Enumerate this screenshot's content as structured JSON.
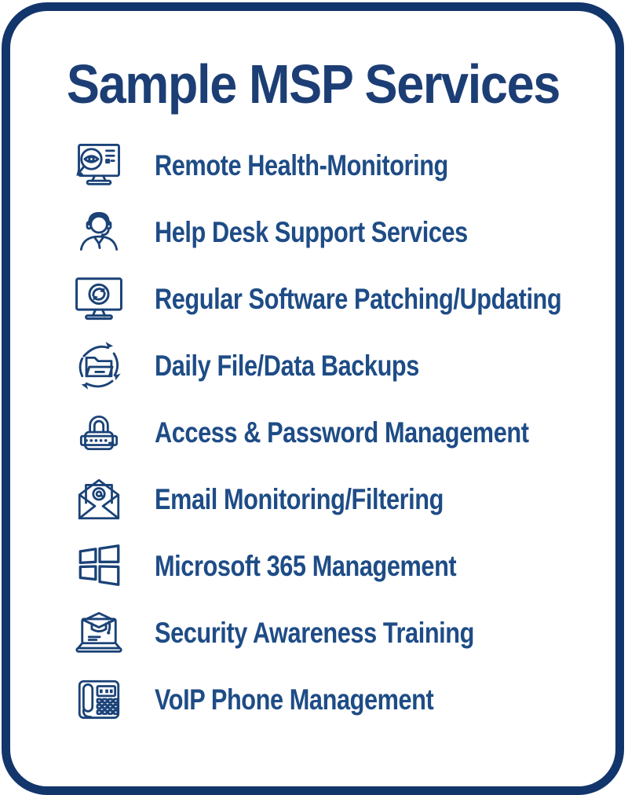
{
  "card": {
    "title": "Sample MSP Services"
  },
  "colors": {
    "border_navy": "#12356b",
    "title_navy": "#1c3e75",
    "item_navy": "#1e4c86",
    "icon_navy": "#1a4277",
    "background": "#ffffff"
  },
  "services": [
    {
      "label": "Remote Health-Monitoring",
      "icon": "remote-monitoring-icon"
    },
    {
      "label": "Help Desk Support Services",
      "icon": "help-desk-icon"
    },
    {
      "label": "Regular Software Patching/Updating",
      "icon": "software-patching-icon"
    },
    {
      "label": "Daily File/Data Backups",
      "icon": "file-backup-icon"
    },
    {
      "label": "Access & Password Management",
      "icon": "password-lock-icon"
    },
    {
      "label": "Email Monitoring/Filtering",
      "icon": "email-monitoring-icon"
    },
    {
      "label": "Microsoft 365 Management",
      "icon": "microsoft-365-icon"
    },
    {
      "label": "Security Awareness Training",
      "icon": "security-training-icon"
    },
    {
      "label": "VoIP Phone Management",
      "icon": "voip-phone-icon"
    }
  ]
}
